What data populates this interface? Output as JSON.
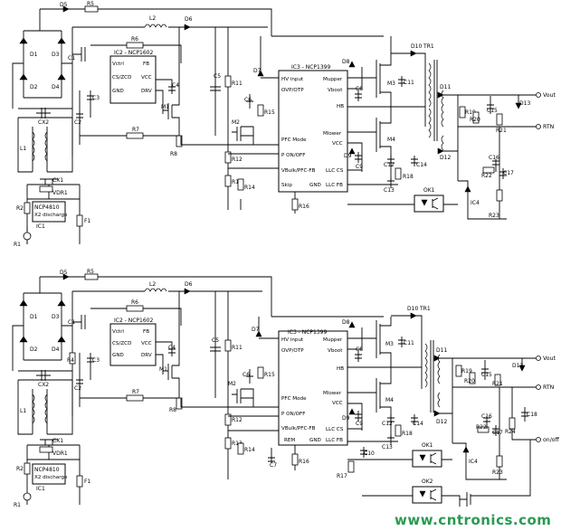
{
  "top": {
    "ic2": {
      "title": "IC2 - NCP1602",
      "pins_left": [
        "Vctrl",
        "CS/ZCD",
        "GND"
      ],
      "pins_right": [
        "FB",
        "VCC",
        "DRV"
      ]
    },
    "ic3": {
      "title": "IC3 - NCP1399",
      "pins_left": [
        "HV input",
        "OVP/OTP",
        "PFC Mode",
        "P ON/OFF",
        "VBulk/PFC-FB",
        "Skip"
      ],
      "pins_right": [
        "Mupper",
        "Vboot",
        "HB",
        "Mlower",
        "VCC",
        "LLC CS",
        "LLC FB"
      ],
      "pin_gnd": "GND"
    },
    "ic1": {
      "title": "NCP4810",
      "sub": "X2 discharge",
      "ref": "IC1"
    },
    "labels": {
      "D1": "D1",
      "D2": "D2",
      "D3": "D3",
      "D4": "D4",
      "D5": "D5",
      "D6": "D6",
      "D7": "D7",
      "D8": "D8",
      "D9": "D9",
      "D10": "D10",
      "D11": "D11",
      "D12": "D12",
      "D13": "D13",
      "R1": "R1",
      "R2": "R2",
      "R5": "R5",
      "R6": "R6",
      "R7": "R7",
      "R8": "R8",
      "R11": "R11",
      "R12": "R12",
      "R13": "R13",
      "R14": "R14",
      "R15": "R15",
      "R16": "R16",
      "R18": "R18",
      "R19": "R19",
      "R20": "R20",
      "R21": "R21",
      "R22": "R22",
      "R23": "R23",
      "C1": "C1",
      "C2": "C2",
      "C3": "C3",
      "C4": "C4",
      "C5": "C5",
      "C6": "C6",
      "C8": "C8",
      "C9": "C9",
      "C11": "C11",
      "C12": "C12",
      "C13": "C13",
      "C14": "C14",
      "C15": "C15",
      "C16": "C16",
      "C17": "C17",
      "L1": "L1",
      "L2": "L2",
      "M1": "M1",
      "M2": "M2",
      "M3": "M3",
      "M4": "M4",
      "TR1": "TR1",
      "CX1": "CX1",
      "CX2": "CX2",
      "VDR1": "VDR1",
      "F1": "F1",
      "OK1": "OK1",
      "IC4": "IC4"
    },
    "terminals": {
      "vout": "Vout",
      "rtn": "RTN"
    }
  },
  "bottom": {
    "ic2": {
      "title": "IC2 - NCP1602",
      "pins_left": [
        "Vctrl",
        "CS/ZCD",
        "GND"
      ],
      "pins_right": [
        "FB",
        "VCC",
        "DRV"
      ]
    },
    "ic3": {
      "title": "IC3 - NCP1399",
      "pins_left": [
        "HV input",
        "OVP/OTP",
        "PFC Mode",
        "P ON/OFF",
        "VBulk/PFC-FB",
        "REM"
      ],
      "pins_right": [
        "Mupper",
        "Vboot",
        "HB",
        "Mlower",
        "VCC",
        "LLC CS",
        "LLC FB"
      ],
      "pin_gnd": "GND"
    },
    "ic1": {
      "title": "NCP4810",
      "sub": "X2 discharge",
      "ref": "IC1"
    },
    "labels": {
      "D1": "D1",
      "D2": "D2",
      "D3": "D3",
      "D4": "D4",
      "D5": "D5",
      "D6": "D6",
      "D7": "D7",
      "D8": "D8",
      "D9": "D9",
      "D10": "D10",
      "D11": "D11",
      "D12": "D12",
      "D13": "D13",
      "R1": "R1",
      "R2": "R2",
      "R4": "R4",
      "R5": "R5",
      "R6": "R6",
      "R7": "R7",
      "R8": "R8",
      "R11": "R11",
      "R12": "R12",
      "R13": "R13",
      "R14": "R14",
      "R15": "R15",
      "R16": "R16",
      "R17": "R17",
      "R18": "R18",
      "R19": "R19",
      "R20": "R20",
      "R21": "R21",
      "R22": "R22",
      "R23": "R23",
      "R24": "R24",
      "C1": "C1",
      "C2": "C2",
      "C3": "C3",
      "C4": "C4",
      "C5": "C5",
      "C6": "C6",
      "C7": "C7",
      "C8": "C8",
      "C9": "C9",
      "C10": "C10",
      "C11": "C11",
      "C12": "C12",
      "C13": "C13",
      "C14": "C14",
      "C15": "C15",
      "C16": "C16",
      "C17": "C17",
      "C18": "C18",
      "L1": "L1",
      "L2": "L2",
      "M1": "M1",
      "M2": "M2",
      "M3": "M3",
      "M4": "M4",
      "TR1": "TR1",
      "CX1": "CX1",
      "CX2": "CX2",
      "VDR1": "VDR1",
      "F1": "F1",
      "OK1": "OK1",
      "OK2": "OK2",
      "IC4": "IC4"
    },
    "terminals": {
      "vout": "Vout",
      "rtn": "RTN",
      "onoff": "on/off"
    }
  },
  "watermark": "www.cntronics.com"
}
